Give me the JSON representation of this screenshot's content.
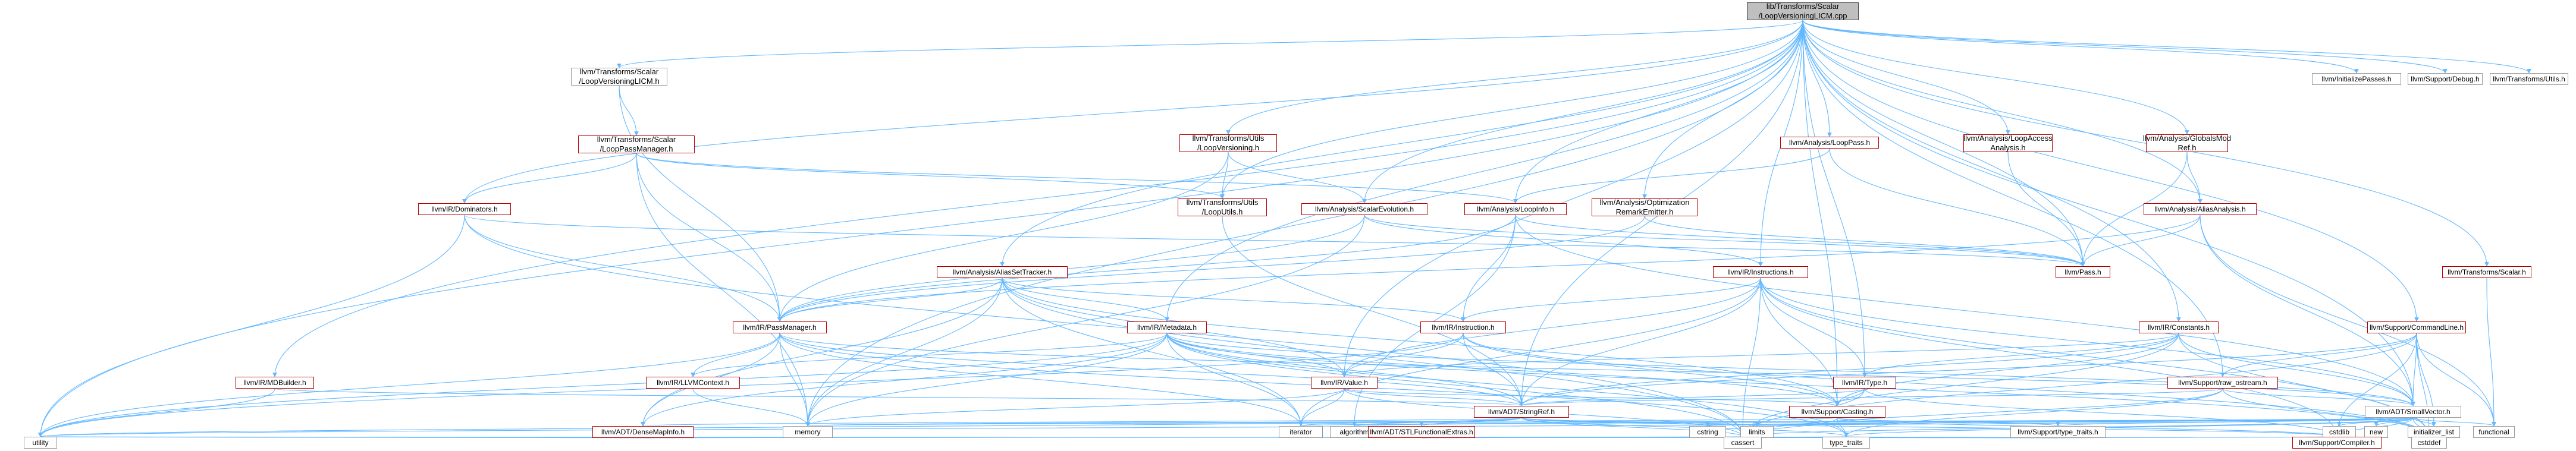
{
  "colors": {
    "edge": "#63b8ff",
    "node_border_documented": "#b20000",
    "node_border_external": "#999999",
    "root_fill": "#bfbfbf"
  },
  "nodes": [
    {
      "id": "root",
      "label": "lib/Transforms/Scalar\n/LoopVersioningLICM.cpp",
      "kind": "root"
    },
    {
      "id": "lvlicm_h",
      "label": "llvm/Transforms/Scalar\n/LoopVersioningLICM.h",
      "kind": "gray"
    },
    {
      "id": "lpm_h",
      "label": "llvm/Transforms/Scalar\n/LoopPassManager.h",
      "kind": "red"
    },
    {
      "id": "dominators",
      "label": "llvm/IR/Dominators.h",
      "kind": "red"
    },
    {
      "id": "tu_loopversioning",
      "label": "llvm/Transforms/Utils\n/LoopVersioning.h",
      "kind": "red"
    },
    {
      "id": "tu_looputils",
      "label": "llvm/Transforms/Utils\n/LoopUtils.h",
      "kind": "red"
    },
    {
      "id": "scev",
      "label": "llvm/Analysis/ScalarEvolution.h",
      "kind": "red"
    },
    {
      "id": "looppass",
      "label": "llvm/Analysis/LoopPass.h",
      "kind": "red"
    },
    {
      "id": "loopinfo",
      "label": "llvm/Analysis/LoopInfo.h",
      "kind": "red"
    },
    {
      "id": "ore",
      "label": "llvm/Analysis/Optimization\nRemarkEmitter.h",
      "kind": "red"
    },
    {
      "id": "laa",
      "label": "llvm/Analysis/LoopAccess\nAnalysis.h",
      "kind": "red"
    },
    {
      "id": "globalsmodref",
      "label": "llvm/Analysis/GlobalsMod\nRef.h",
      "kind": "red"
    },
    {
      "id": "aliasanalysis",
      "label": "llvm/Analysis/AliasAnalysis.h",
      "kind": "red"
    },
    {
      "id": "pass",
      "label": "llvm/Pass.h",
      "kind": "red"
    },
    {
      "id": "initpasses",
      "label": "llvm/InitializePasses.h",
      "kind": "gray"
    },
    {
      "id": "debug",
      "label": "llvm/Support/Debug.h",
      "kind": "gray"
    },
    {
      "id": "utils",
      "label": "llvm/Transforms/Utils.h",
      "kind": "gray"
    },
    {
      "id": "scalar",
      "label": "llvm/Transforms/Scalar.h",
      "kind": "red"
    },
    {
      "id": "alias_set",
      "label": "llvm/Analysis/AliasSetTracker.h",
      "kind": "red"
    },
    {
      "id": "passmanager",
      "label": "llvm/IR/PassManager.h",
      "kind": "red"
    },
    {
      "id": "metadata",
      "label": "llvm/IR/Metadata.h",
      "kind": "red"
    },
    {
      "id": "instructions",
      "label": "llvm/IR/Instructions.h",
      "kind": "red"
    },
    {
      "id": "instruction",
      "label": "llvm/IR/Instruction.h",
      "kind": "red"
    },
    {
      "id": "constants",
      "label": "llvm/IR/Constants.h",
      "kind": "red"
    },
    {
      "id": "commandline",
      "label": "llvm/Support/CommandLine.h",
      "kind": "red"
    },
    {
      "id": "mdbuilder",
      "label": "llvm/IR/MDBuilder.h",
      "kind": "red"
    },
    {
      "id": "llvmcontext",
      "label": "llvm/IR/LLVMContext.h",
      "kind": "red"
    },
    {
      "id": "value",
      "label": "llvm/IR/Value.h",
      "kind": "red"
    },
    {
      "id": "type",
      "label": "llvm/IR/Type.h",
      "kind": "red"
    },
    {
      "id": "raw_ostream",
      "label": "llvm/Support/raw_ostream.h",
      "kind": "red"
    },
    {
      "id": "stringref",
      "label": "llvm/ADT/StringRef.h",
      "kind": "red"
    },
    {
      "id": "casting",
      "label": "llvm/Support/Casting.h",
      "kind": "red"
    },
    {
      "id": "smallvector",
      "label": "llvm/ADT/SmallVector.h",
      "kind": "gray"
    },
    {
      "id": "densemapinfo",
      "label": "llvm/ADT/DenseMapInfo.h",
      "kind": "red"
    },
    {
      "id": "memory",
      "label": "memory",
      "kind": "gray"
    },
    {
      "id": "iterator",
      "label": "iterator",
      "kind": "gray"
    },
    {
      "id": "algorithm",
      "label": "algorithm",
      "kind": "gray"
    },
    {
      "id": "stlfunc",
      "label": "llvm/ADT/STLFunctionalExtras.h",
      "kind": "red"
    },
    {
      "id": "cstring",
      "label": "cstring",
      "kind": "gray"
    },
    {
      "id": "limits",
      "label": "limits",
      "kind": "gray"
    },
    {
      "id": "type_traits_h",
      "label": "llvm/Support/type_traits.h",
      "kind": "gray"
    },
    {
      "id": "cstdlib",
      "label": "cstdlib",
      "kind": "gray"
    },
    {
      "id": "new",
      "label": "new",
      "kind": "gray"
    },
    {
      "id": "init_list",
      "label": "initializer_list",
      "kind": "gray"
    },
    {
      "id": "functional",
      "label": "functional",
      "kind": "gray"
    },
    {
      "id": "utility",
      "label": "utility",
      "kind": "gray"
    },
    {
      "id": "cassert",
      "label": "cassert",
      "kind": "gray"
    },
    {
      "id": "type_traits",
      "label": "type_traits",
      "kind": "gray"
    },
    {
      "id": "compiler",
      "label": "llvm/Support/Compiler.h",
      "kind": "red"
    },
    {
      "id": "cstddef",
      "label": "cstddef",
      "kind": "gray"
    }
  ],
  "edges": [
    [
      "root",
      "lvlicm_h"
    ],
    [
      "root",
      "dominators"
    ],
    [
      "root",
      "tu_loopversioning"
    ],
    [
      "root",
      "tu_looputils"
    ],
    [
      "root",
      "scev"
    ],
    [
      "root",
      "looppass"
    ],
    [
      "root",
      "loopinfo"
    ],
    [
      "root",
      "ore"
    ],
    [
      "root",
      "laa"
    ],
    [
      "root",
      "globalsmodref"
    ],
    [
      "root",
      "aliasanalysis"
    ],
    [
      "root",
      "pass"
    ],
    [
      "root",
      "initpasses"
    ],
    [
      "root",
      "debug"
    ],
    [
      "root",
      "utils"
    ],
    [
      "root",
      "scalar"
    ],
    [
      "root",
      "alias_set"
    ],
    [
      "root",
      "metadata"
    ],
    [
      "root",
      "instructions"
    ],
    [
      "root",
      "constants"
    ],
    [
      "root",
      "commandline"
    ],
    [
      "root",
      "mdbuilder"
    ],
    [
      "root",
      "raw_ostream"
    ],
    [
      "root",
      "smallvector"
    ],
    [
      "root",
      "stringref"
    ],
    [
      "root",
      "memory"
    ],
    [
      "root",
      "utility"
    ],
    [
      "root",
      "value"
    ],
    [
      "root",
      "casting"
    ],
    [
      "root",
      "type"
    ],
    [
      "lvlicm_h",
      "lpm_h"
    ],
    [
      "lvlicm_h",
      "passmanager"
    ],
    [
      "lpm_h",
      "dominators"
    ],
    [
      "lpm_h",
      "loopinfo"
    ],
    [
      "lpm_h",
      "tu_looputils"
    ],
    [
      "lpm_h",
      "passmanager"
    ],
    [
      "lpm_h",
      "memory"
    ],
    [
      "dominators",
      "passmanager"
    ],
    [
      "dominators",
      "pass"
    ],
    [
      "dominators",
      "utility"
    ],
    [
      "dominators",
      "cassert"
    ],
    [
      "tu_loopversioning",
      "tu_looputils"
    ],
    [
      "tu_loopversioning",
      "scev"
    ],
    [
      "tu_loopversioning",
      "passmanager"
    ],
    [
      "tu_looputils",
      "stringref"
    ],
    [
      "scev",
      "passmanager"
    ],
    [
      "scev",
      "pass"
    ],
    [
      "scev",
      "memory"
    ],
    [
      "scev",
      "instructions"
    ],
    [
      "looppass",
      "loopinfo"
    ],
    [
      "looppass",
      "pass"
    ],
    [
      "loopinfo",
      "pass"
    ],
    [
      "loopinfo",
      "passmanager"
    ],
    [
      "loopinfo",
      "instruction"
    ],
    [
      "loopinfo",
      "smallvector"
    ],
    [
      "loopinfo",
      "algorithm"
    ],
    [
      "ore",
      "passmanager"
    ],
    [
      "ore",
      "pass"
    ],
    [
      "laa",
      "pass"
    ],
    [
      "globalsmodref",
      "aliasanalysis"
    ],
    [
      "globalsmodref",
      "pass"
    ],
    [
      "aliasanalysis",
      "pass"
    ],
    [
      "aliasanalysis",
      "passmanager"
    ],
    [
      "aliasanalysis",
      "smallvector"
    ],
    [
      "aliasanalysis",
      "functional"
    ],
    [
      "scalar",
      "functional"
    ],
    [
      "alias_set",
      "passmanager"
    ],
    [
      "alias_set",
      "metadata"
    ],
    [
      "alias_set",
      "instruction"
    ],
    [
      "alias_set",
      "value"
    ],
    [
      "alias_set",
      "densemapinfo"
    ],
    [
      "alias_set",
      "iterator"
    ],
    [
      "alias_set",
      "casting"
    ],
    [
      "alias_set",
      "memory"
    ],
    [
      "alias_set",
      "cassert"
    ],
    [
      "passmanager",
      "stringref"
    ],
    [
      "passmanager",
      "smallvector"
    ],
    [
      "passmanager",
      "densemapinfo"
    ],
    [
      "passmanager",
      "llvmcontext"
    ],
    [
      "passmanager",
      "memory"
    ],
    [
      "passmanager",
      "utility"
    ],
    [
      "passmanager",
      "type_traits"
    ],
    [
      "passmanager",
      "iterator"
    ],
    [
      "metadata",
      "value"
    ],
    [
      "metadata",
      "llvmcontext"
    ],
    [
      "metadata",
      "stringref"
    ],
    [
      "metadata",
      "casting"
    ],
    [
      "metadata",
      "densemapinfo"
    ],
    [
      "metadata",
      "memory"
    ],
    [
      "metadata",
      "iterator"
    ],
    [
      "metadata",
      "utility"
    ],
    [
      "metadata",
      "cassert"
    ],
    [
      "metadata",
      "type_traits"
    ],
    [
      "metadata",
      "cstddef"
    ],
    [
      "metadata",
      "smallvector"
    ],
    [
      "instructions",
      "instruction"
    ],
    [
      "instructions",
      "type"
    ],
    [
      "instructions",
      "value"
    ],
    [
      "instructions",
      "casting"
    ],
    [
      "instructions",
      "smallvector"
    ],
    [
      "instructions",
      "stringref"
    ],
    [
      "instructions",
      "iterator"
    ],
    [
      "instructions",
      "cassert"
    ],
    [
      "instructions",
      "cstddef"
    ],
    [
      "instructions",
      "compiler"
    ],
    [
      "instruction",
      "value"
    ],
    [
      "instruction",
      "stringref"
    ],
    [
      "instruction",
      "casting"
    ],
    [
      "instruction",
      "utility"
    ],
    [
      "instruction",
      "cstddef"
    ],
    [
      "constants",
      "value"
    ],
    [
      "constants",
      "type"
    ],
    [
      "constants",
      "stringref"
    ],
    [
      "constants",
      "casting"
    ],
    [
      "constants",
      "smallvector"
    ],
    [
      "constants",
      "cassert"
    ],
    [
      "constants",
      "cstddef"
    ],
    [
      "commandline",
      "stringref"
    ],
    [
      "commandline",
      "smallvector"
    ],
    [
      "commandline",
      "raw_ostream"
    ],
    [
      "commandline",
      "functional"
    ],
    [
      "commandline",
      "init_list"
    ],
    [
      "commandline",
      "cassert"
    ],
    [
      "commandline",
      "cstddef"
    ],
    [
      "commandline",
      "compiler"
    ],
    [
      "mdbuilder",
      "stringref"
    ],
    [
      "mdbuilder",
      "utility"
    ],
    [
      "llvmcontext",
      "memory"
    ],
    [
      "value",
      "stringref"
    ],
    [
      "value",
      "casting"
    ],
    [
      "value",
      "iterator"
    ],
    [
      "value",
      "memory"
    ],
    [
      "value",
      "cassert"
    ],
    [
      "type",
      "stringref"
    ],
    [
      "type",
      "casting"
    ],
    [
      "type",
      "compiler"
    ],
    [
      "type",
      "cassert"
    ],
    [
      "raw_ostream",
      "stringref"
    ],
    [
      "raw_ostream",
      "smallvector"
    ],
    [
      "raw_ostream",
      "type_traits"
    ],
    [
      "raw_ostream",
      "cstddef"
    ],
    [
      "raw_ostream",
      "cassert"
    ],
    [
      "stringref",
      "stlfunc"
    ],
    [
      "stringref",
      "compiler"
    ],
    [
      "stringref",
      "iterator"
    ],
    [
      "stringref",
      "algorithm"
    ],
    [
      "stringref",
      "cstring"
    ],
    [
      "stringref",
      "limits"
    ],
    [
      "stringref",
      "cassert"
    ],
    [
      "stringref",
      "type_traits"
    ],
    [
      "stringref",
      "utility"
    ],
    [
      "stringref",
      "densemapinfo"
    ],
    [
      "stlfunc",
      "type_traits"
    ],
    [
      "casting",
      "type_traits_h"
    ],
    [
      "casting",
      "compiler"
    ],
    [
      "casting",
      "memory"
    ],
    [
      "casting",
      "cassert"
    ],
    [
      "casting",
      "type_traits"
    ],
    [
      "smallvector",
      "compiler"
    ],
    [
      "smallvector",
      "type_traits_h"
    ],
    [
      "smallvector",
      "algorithm"
    ],
    [
      "smallvector",
      "cassert"
    ],
    [
      "smallvector",
      "cstddef"
    ],
    [
      "smallvector",
      "cstdlib"
    ],
    [
      "smallvector",
      "cstring"
    ],
    [
      "smallvector",
      "functional"
    ],
    [
      "smallvector",
      "init_list"
    ],
    [
      "smallvector",
      "iterator"
    ],
    [
      "smallvector",
      "limits"
    ],
    [
      "smallvector",
      "memory"
    ],
    [
      "smallvector",
      "new"
    ],
    [
      "smallvector",
      "type_traits"
    ],
    [
      "smallvector",
      "utility"
    ],
    [
      "densemapinfo",
      "utility"
    ],
    [
      "densemapinfo",
      "cassert"
    ],
    [
      "type_traits_h",
      "type_traits"
    ],
    [
      "type_traits_h",
      "utility"
    ],
    [
      "type_traits_h",
      "compiler"
    ]
  ]
}
